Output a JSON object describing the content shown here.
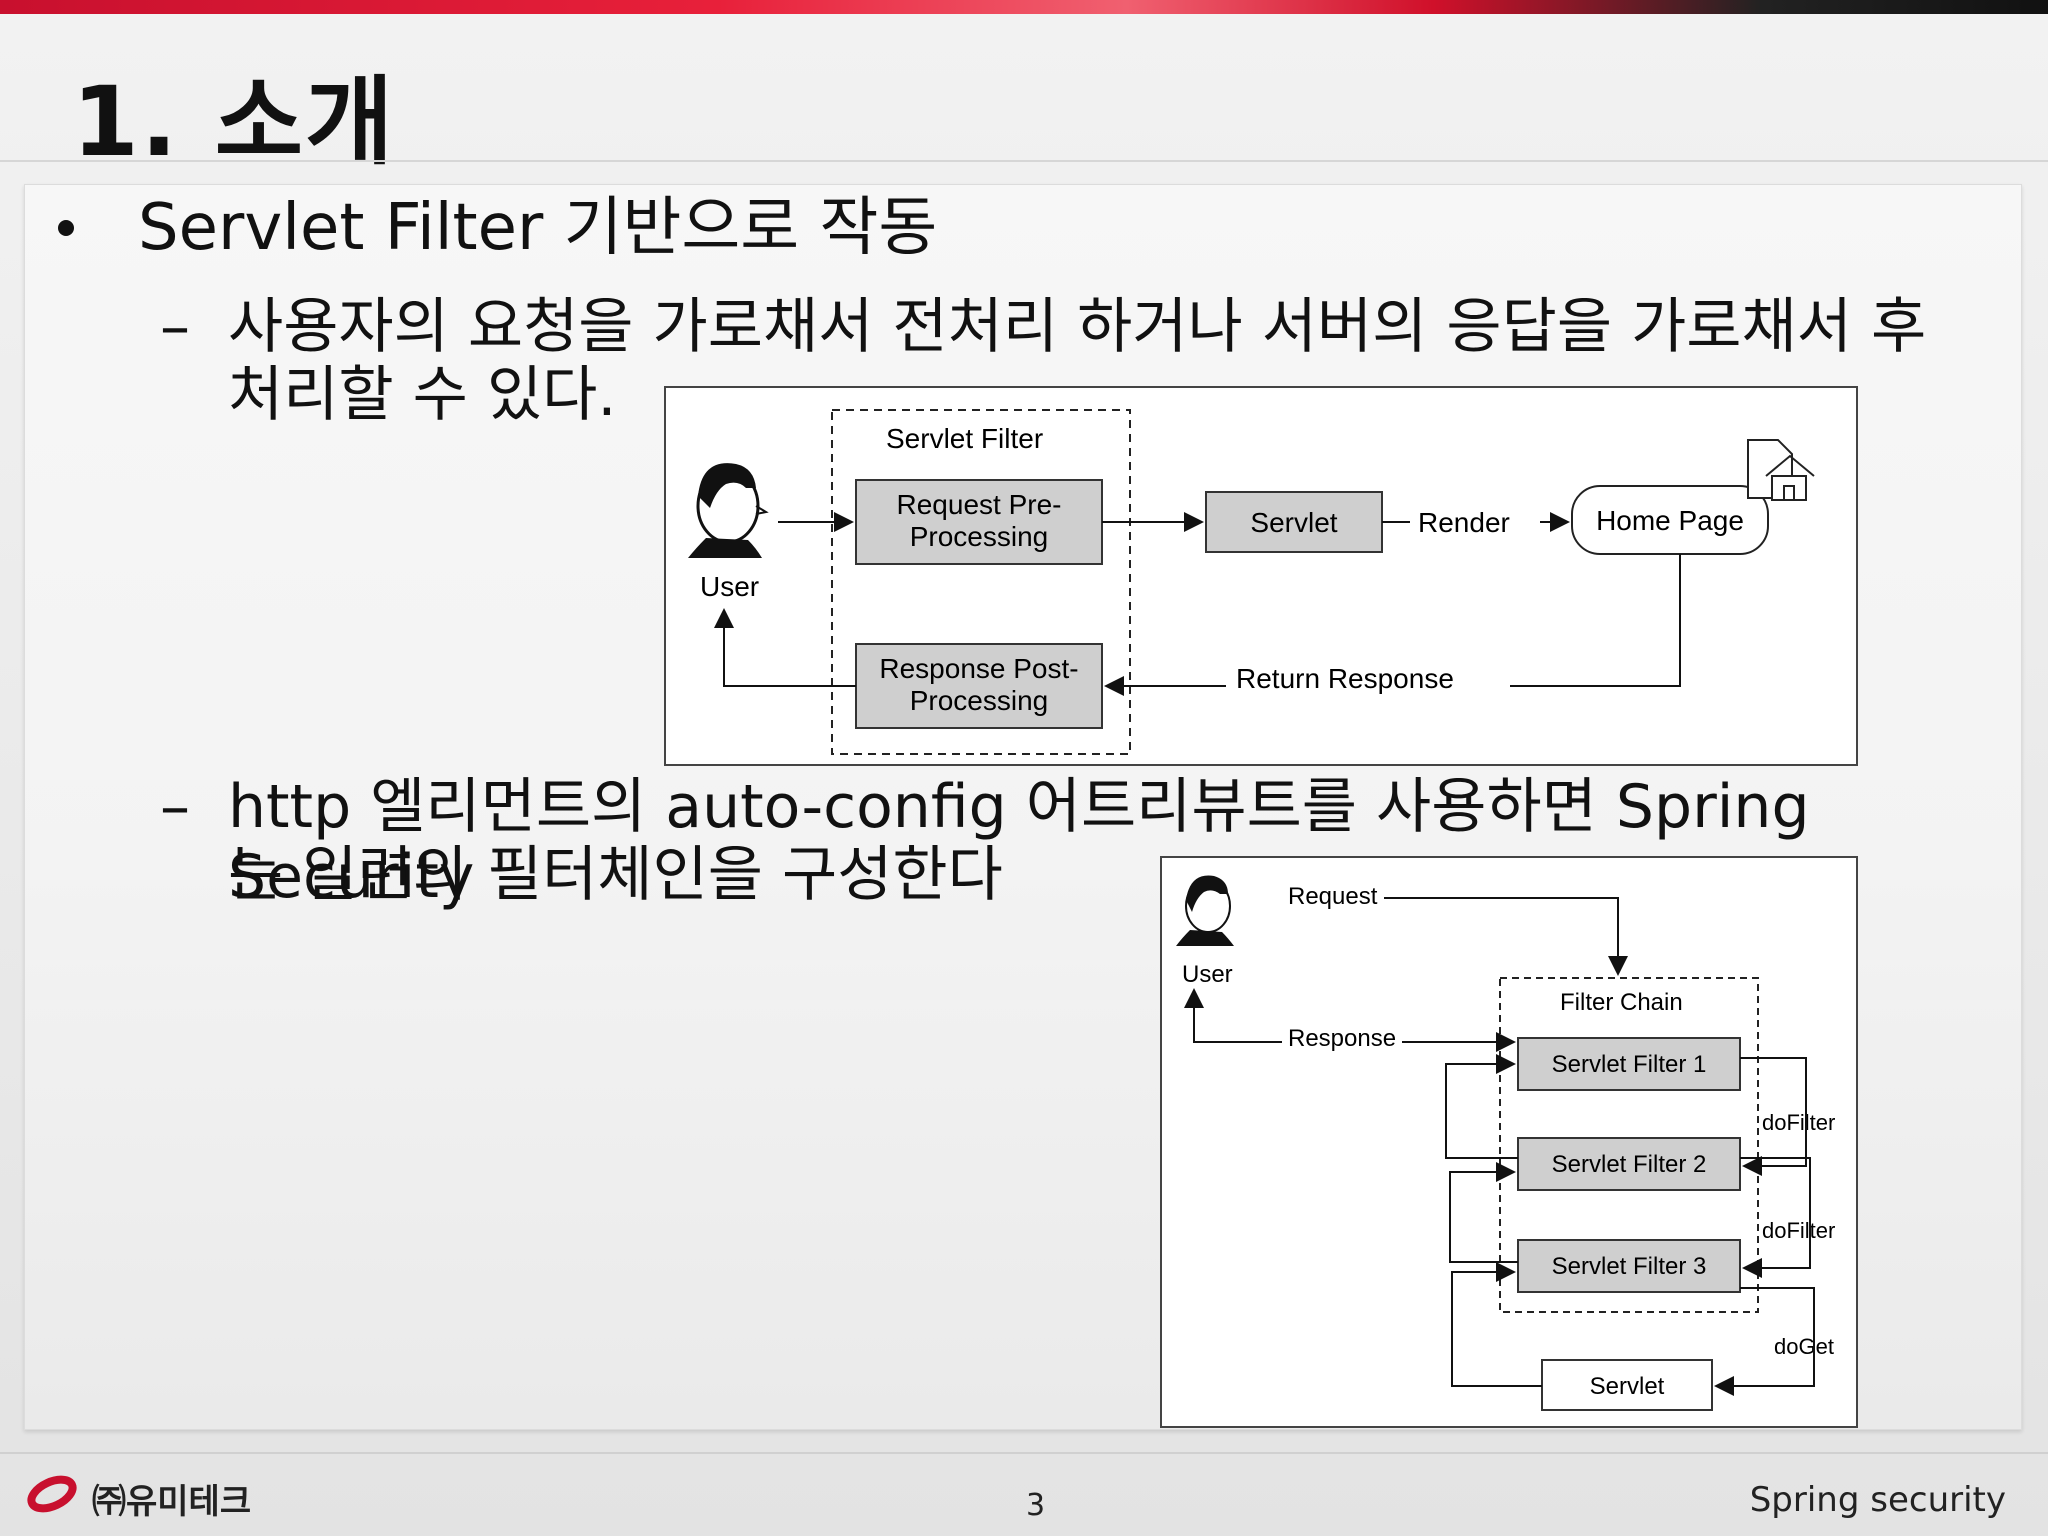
{
  "slide": {
    "title": "1. 소개",
    "bullet1": "Servlet Filter 기반으로 작동",
    "sub1_line1": "사용자의 요청을 가로채서 전처리 하거나 서버의 응답을 가로채서 후",
    "sub1_line2": "처리할 수 있다.",
    "sub2_line1": "http 엘리먼트의 auto-config 어트리뷰트를 사용하면 Spring Security",
    "sub2_line2": "는 일련의 필터체인을 구성한다",
    "dash": "–"
  },
  "diagram1": {
    "user": "User",
    "filter_group": "Servlet Filter",
    "pre_line1": "Request Pre-",
    "pre_line2": "Processing",
    "post_line1": "Response Post-",
    "post_line2": "Processing",
    "servlet": "Servlet",
    "render": "Render",
    "home_page": "Home Page",
    "return_response": "Return Response"
  },
  "diagram2": {
    "user": "User",
    "request": "Request",
    "response": "Response",
    "filter_chain": "Filter Chain",
    "filter1": "Servlet Filter 1",
    "filter2": "Servlet Filter 2",
    "filter3": "Servlet Filter 3",
    "dofilter1": "doFilter",
    "dofilter2": "doFilter",
    "doget": "doGet",
    "servlet": "Servlet"
  },
  "footer": {
    "company": "㈜유미테크",
    "page": "3",
    "subject": "Spring security"
  },
  "colors": {
    "accent": "#c8102e",
    "box_fill": "#cfcfcf"
  }
}
